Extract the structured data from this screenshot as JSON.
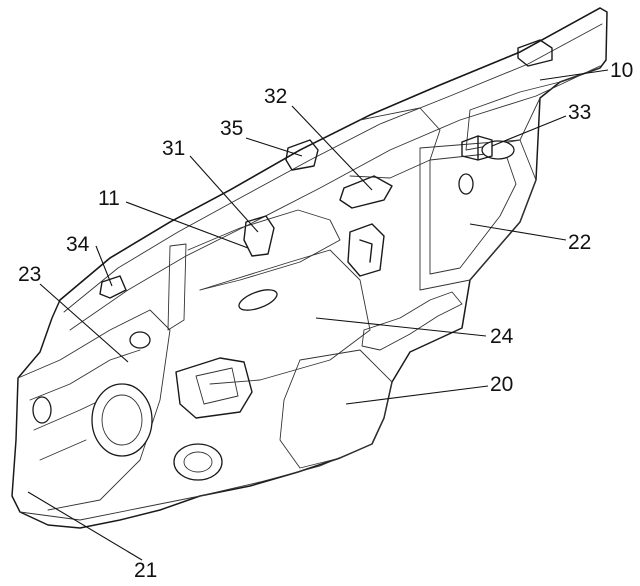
{
  "figure": {
    "labels": [
      {
        "id": "ref-10",
        "text": "10"
      },
      {
        "id": "ref-33",
        "text": "33"
      },
      {
        "id": "ref-32",
        "text": "32"
      },
      {
        "id": "ref-35",
        "text": "35"
      },
      {
        "id": "ref-31",
        "text": "31"
      },
      {
        "id": "ref-11",
        "text": "11"
      },
      {
        "id": "ref-22",
        "text": "22"
      },
      {
        "id": "ref-34",
        "text": "34"
      },
      {
        "id": "ref-23",
        "text": "23"
      },
      {
        "id": "ref-24",
        "text": "24"
      },
      {
        "id": "ref-20",
        "text": "20"
      },
      {
        "id": "ref-21",
        "text": "21"
      }
    ]
  }
}
